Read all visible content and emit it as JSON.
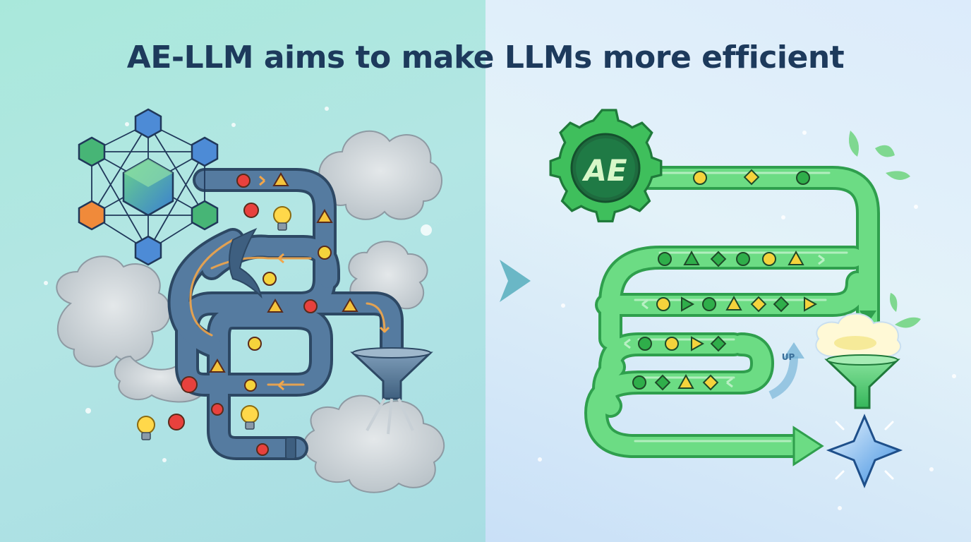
{
  "title": "AE-LLM aims to make LLMs more efficient",
  "gear_logo_text": "AE",
  "up_label": "UP",
  "colors": {
    "left_bg": "#b0e6e0",
    "right_bg": "#dcecf8",
    "pipe_blue": "#3e5f80",
    "pipe_green": "#4fce6c",
    "title": "#1d3a5c",
    "token_red": "#e8413d",
    "token_yellow": "#f5d33c",
    "token_green": "#2fae4a"
  },
  "icons": [
    "neural-network-icon",
    "gear-icon",
    "funnel-icon",
    "sparkle-icon",
    "lightbulb-icon",
    "cloud-icon",
    "leaf-icon",
    "arrow-right-icon"
  ]
}
